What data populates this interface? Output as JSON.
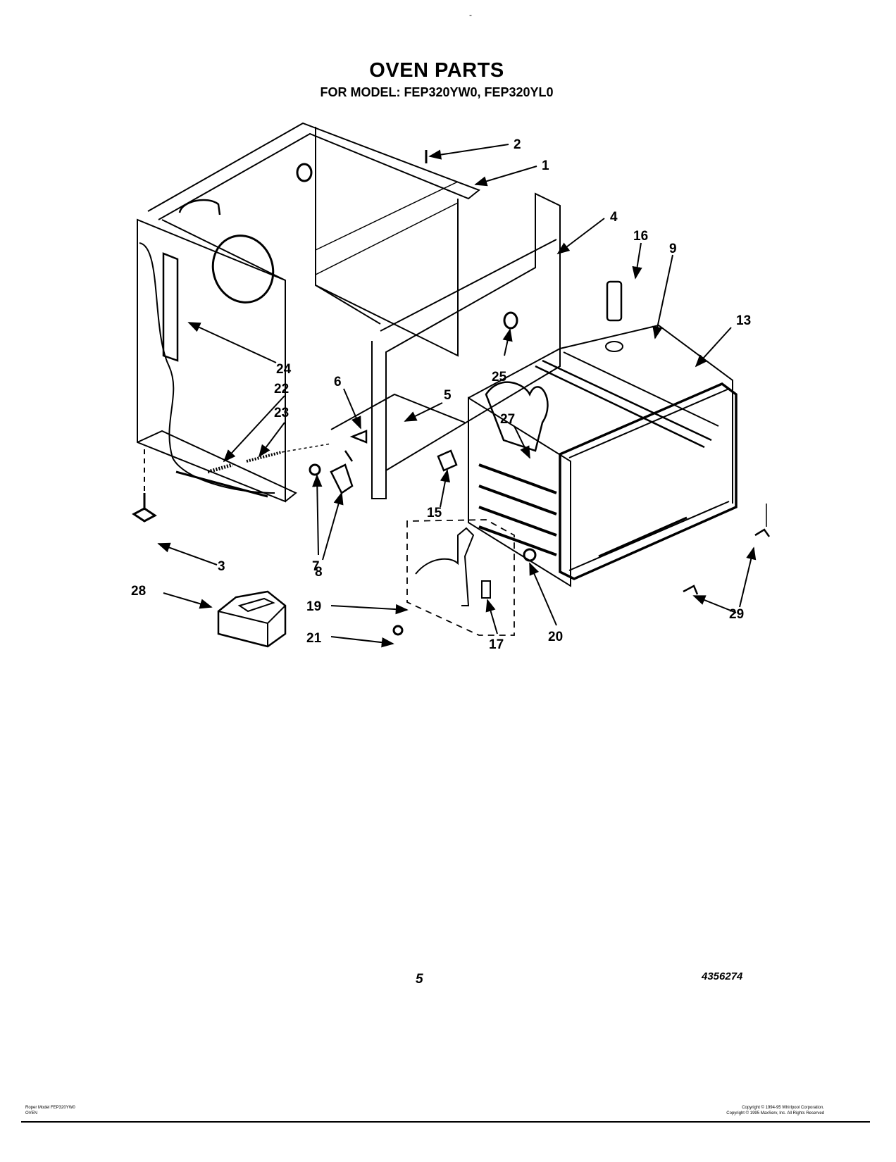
{
  "header": {
    "title": "OVEN PARTS",
    "subtitle": "FOR MODEL: FEP320YW0, FEP320YL0",
    "stray_mark": "-"
  },
  "callouts": [
    "1",
    "2",
    "3",
    "4",
    "5",
    "6",
    "7",
    "8",
    "9",
    "13",
    "15",
    "16",
    "17",
    "19",
    "20",
    "21",
    "22",
    "23",
    "24",
    "25",
    "27",
    "28",
    "29"
  ],
  "footer": {
    "page_number": "5",
    "document_number": "4356274",
    "left_line1": "Roper Model FEP320YW0",
    "left_line2": "OVEN",
    "right_line1": "Copyright © 1994-95 Whirlpool Corporation.",
    "right_line2": "Copyright © 1995 MaxServ, Inc.   All Rights Reserved"
  }
}
